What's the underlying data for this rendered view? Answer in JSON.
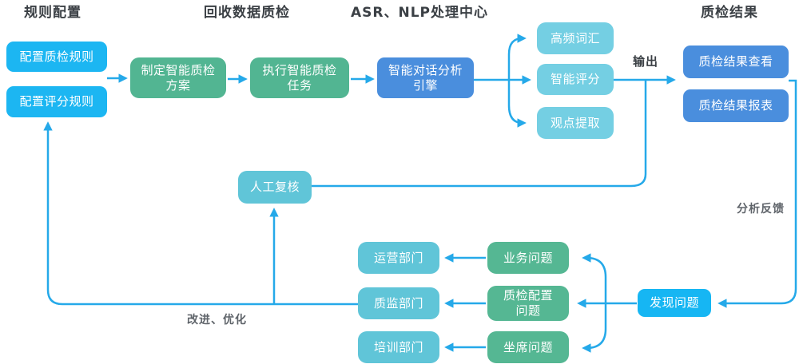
{
  "headers": {
    "rule_config": "规则配置",
    "recycle_qc": "回收数据质检",
    "asr_nlp": "ASR、NLP处理中心",
    "qc_result": "质检结果"
  },
  "nodes": {
    "config_qc_rule": "配置质检规则",
    "config_score_rule": "配置评分规则",
    "make_qc_plan": "制定智能质检\n方案",
    "exec_qc_task": "执行智能质检\n任务",
    "dialog_engine": "智能对话分析\n引擎",
    "high_freq_words": "高频词汇",
    "smart_score": "智能评分",
    "viewpoint_extract": "观点提取",
    "qc_result_view": "质检结果查看",
    "qc_result_report": "质检结果报表",
    "manual_review": "人工复核",
    "operation_dept": "运营部门",
    "quality_dept": "质监部门",
    "training_dept": "培训部门",
    "business_issue": "业务问题",
    "qc_config_issue": "质检配置\n问题",
    "agent_issue": "坐席问题",
    "find_issue": "发现问题"
  },
  "edge_labels": {
    "output": "输出",
    "analysis_feedback": "分析反馈",
    "improve_optimize": "改进、优化"
  },
  "colors": {
    "bright_blue": "#1cb6f2",
    "process_green": "#52b592",
    "engine_blue": "#4a8edd",
    "light_cyan": "#74cfe3",
    "teal_blue": "#60c5d8",
    "issue_green": "#55b793",
    "find_blue": "#16b6f3",
    "arrow": "#25a9e9",
    "header_text": "#3b4045",
    "gray_label": "#5f646a"
  }
}
